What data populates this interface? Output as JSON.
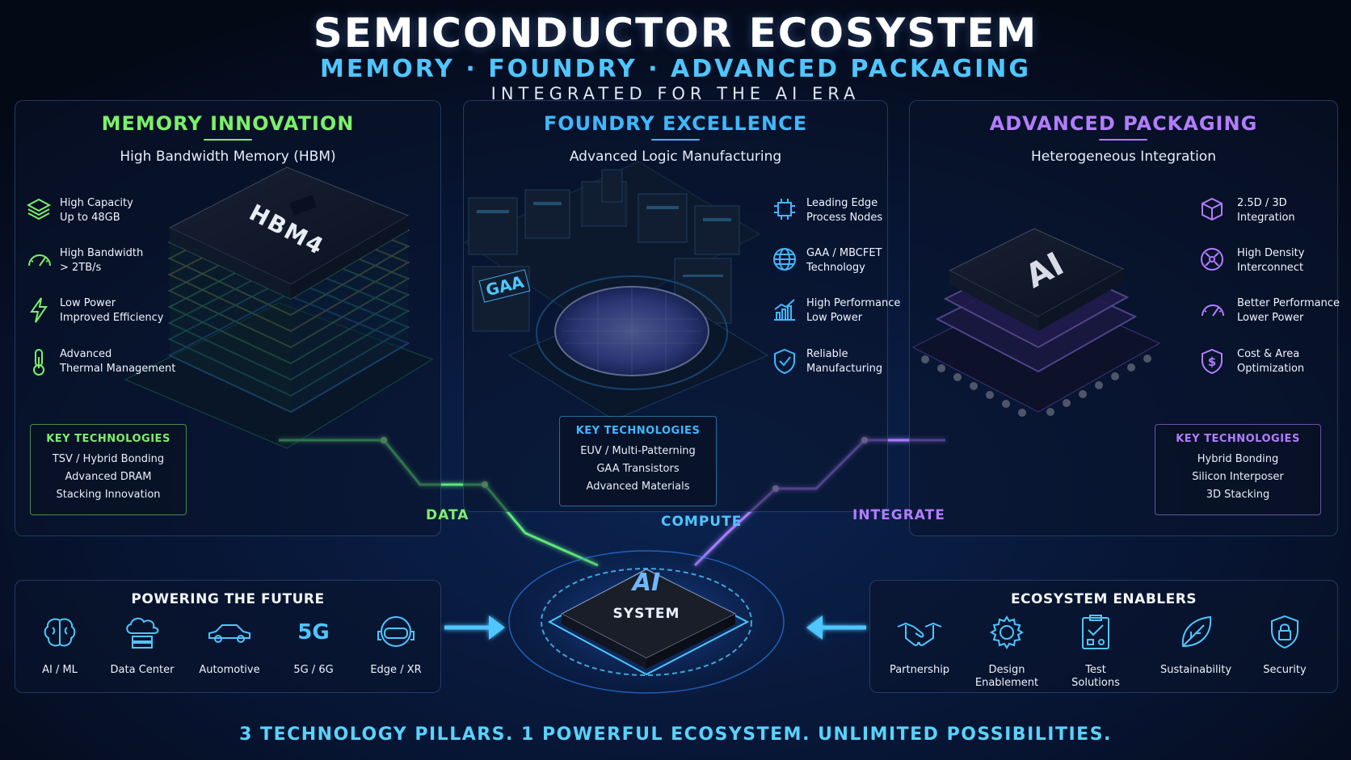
{
  "header": {
    "title": "SEMICONDUCTOR ECOSYSTEM",
    "subtitle": "MEMORY · FOUNDRY · ADVANCED PACKAGING",
    "tagline": "INTEGRATED FOR THE AI ERA"
  },
  "colors": {
    "memory": "#7cf06a",
    "foundry": "#3fb8ff",
    "packaging": "#b27dff",
    "accent": "#58d3ff",
    "background": "#050b1a"
  },
  "memory": {
    "title": "MEMORY INNOVATION",
    "subtitle": "High Bandwidth Memory (HBM)",
    "chip_label": "HBM4",
    "features": [
      {
        "icon": "layers-icon",
        "line1": "High Capacity",
        "line2": "Up to 48GB"
      },
      {
        "icon": "speedometer-icon",
        "line1": "High Bandwidth",
        "line2": "> 2TB/s"
      },
      {
        "icon": "lightning-icon",
        "line1": "Low Power",
        "line2": "Improved Efficiency"
      },
      {
        "icon": "thermometer-icon",
        "line1": "Advanced",
        "line2": "Thermal Management"
      }
    ],
    "key_tech": {
      "title": "KEY TECHNOLOGIES",
      "items": [
        "TSV / Hybrid Bonding",
        "Advanced DRAM",
        "Stacking Innovation"
      ]
    }
  },
  "foundry": {
    "title": "FOUNDRY EXCELLENCE",
    "subtitle": "Advanced Logic Manufacturing",
    "fab_label": "GAA",
    "features": [
      {
        "icon": "chip-icon",
        "line1": "Leading Edge",
        "line2": "Process Nodes"
      },
      {
        "icon": "globe-grid-icon",
        "line1": "GAA / MBCFET",
        "line2": "Technology"
      },
      {
        "icon": "chart-rising-icon",
        "line1": "High Performance",
        "line2": "Low Power"
      },
      {
        "icon": "shield-check-icon",
        "line1": "Reliable",
        "line2": "Manufacturing"
      }
    ],
    "key_tech": {
      "title": "KEY TECHNOLOGIES",
      "items": [
        "EUV / Multi-Patterning",
        "GAA Transistors",
        "Advanced Materials"
      ]
    }
  },
  "packaging": {
    "title": "ADVANCED PACKAGING",
    "subtitle": "Heterogeneous Integration",
    "chip_label": "AI",
    "features": [
      {
        "icon": "cube-icon",
        "line1": "2.5D / 3D",
        "line2": "Integration"
      },
      {
        "icon": "interconnect-icon",
        "line1": "High Density",
        "line2": "Interconnect"
      },
      {
        "icon": "gauge-icon",
        "line1": "Better Performance",
        "line2": "Lower Power"
      },
      {
        "icon": "dollar-icon",
        "line1": "Cost & Area",
        "line2": "Optimization"
      }
    ],
    "key_tech": {
      "title": "KEY TECHNOLOGIES",
      "items": [
        "Hybrid Bonding",
        "Silicon Interposer",
        "3D Stacking"
      ]
    }
  },
  "flows": {
    "data": "DATA",
    "compute": "COMPUTE",
    "integrate": "INTEGRATE"
  },
  "hub": {
    "logo": "AI",
    "label": "SYSTEM"
  },
  "powering": {
    "title": "POWERING THE FUTURE",
    "items": [
      {
        "icon": "brain-icon",
        "label": "AI / ML"
      },
      {
        "icon": "cloud-server-icon",
        "label": "Data Center"
      },
      {
        "icon": "car-icon",
        "label": "Automotive"
      },
      {
        "icon": "5g-icon",
        "label": "5G / 6G",
        "glyph": "5G"
      },
      {
        "icon": "vr-headset-icon",
        "label": "Edge / XR"
      }
    ]
  },
  "enablers": {
    "title": "ECOSYSTEM ENABLERS",
    "items": [
      {
        "icon": "handshake-icon",
        "line1": "Partnership",
        "line2": ""
      },
      {
        "icon": "gear-icon",
        "line1": "Design",
        "line2": "Enablement"
      },
      {
        "icon": "clipboard-check-icon",
        "line1": "Test",
        "line2": "Solutions"
      },
      {
        "icon": "leaf-icon",
        "line1": "Sustainability",
        "line2": ""
      },
      {
        "icon": "shield-lock-icon",
        "line1": "Security",
        "line2": ""
      }
    ]
  },
  "footer": "3 TECHNOLOGY PILLARS. 1 POWERFUL ECOSYSTEM. UNLIMITED POSSIBILITIES."
}
